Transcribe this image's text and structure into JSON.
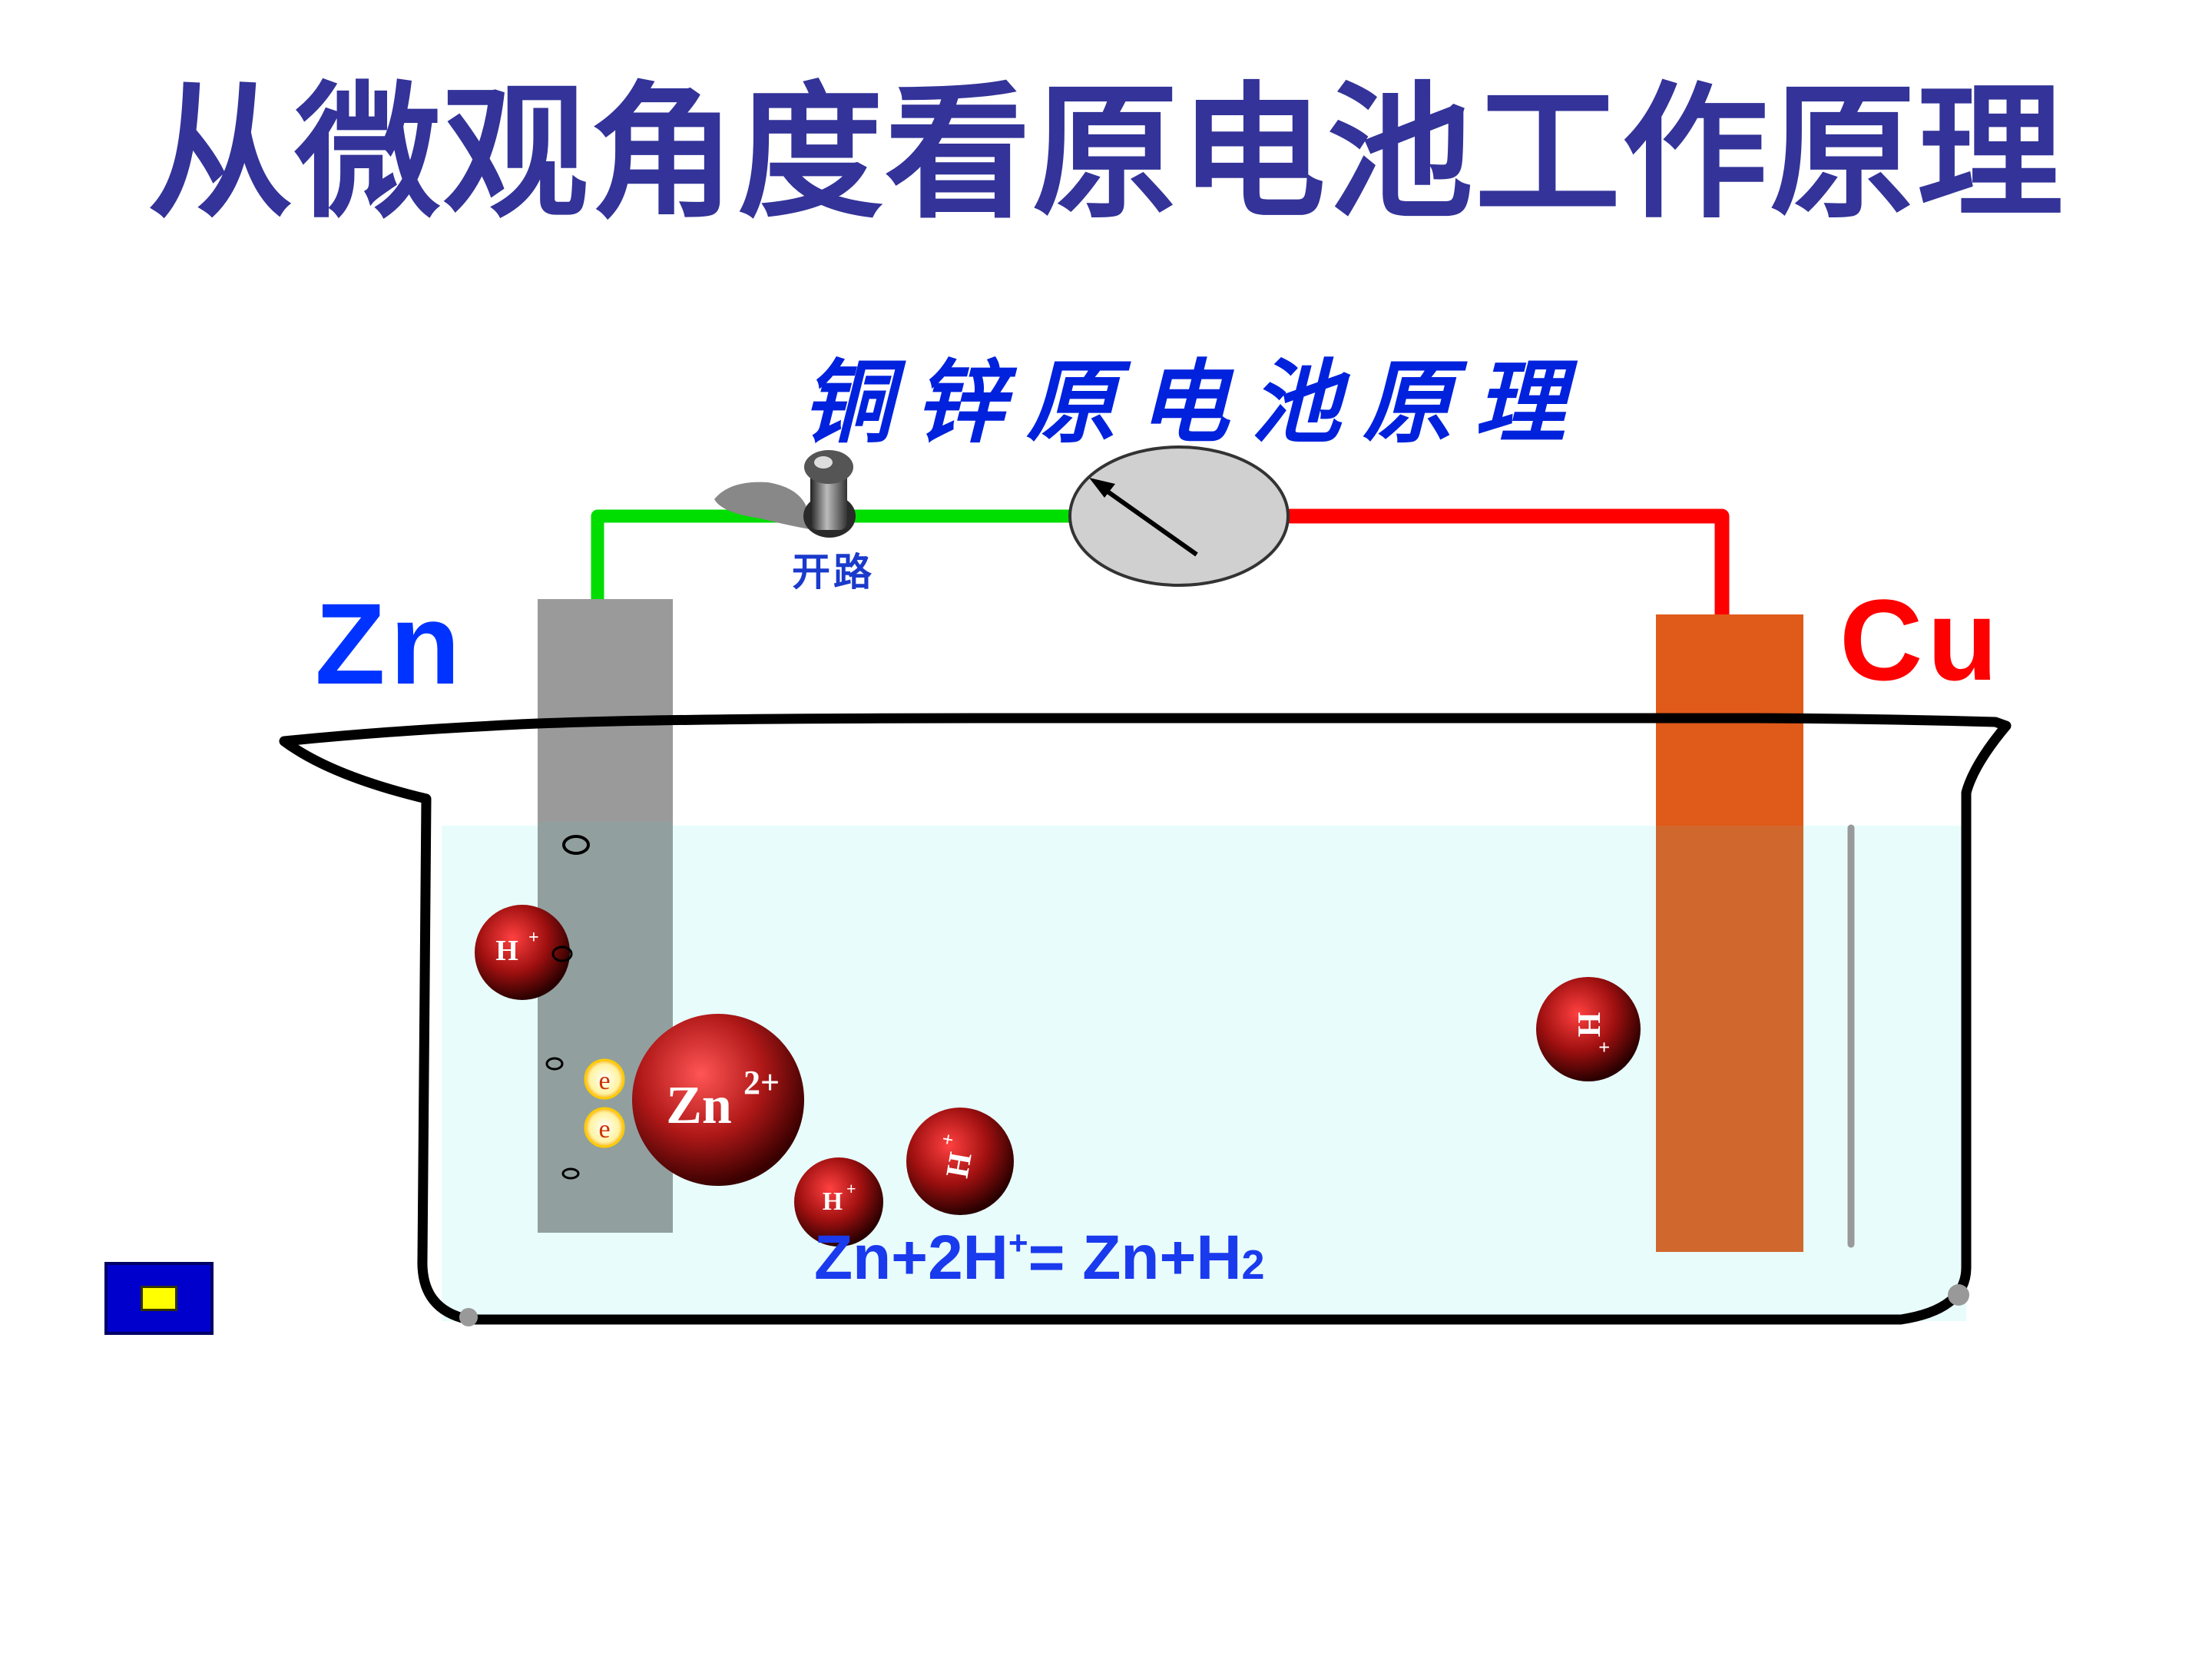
{
  "title": "从微观角度看原电池工作原理",
  "diagram": {
    "subtitle": "铜锌原电池原理",
    "switch_label": "开路",
    "left_electrode_label": "Zn",
    "right_electrode_label": "Cu",
    "equation": {
      "zn1": "Zn+2H",
      "sup": "+",
      "rest": "= Zn+H",
      "sub": "2"
    },
    "ions": {
      "h_plus": "H",
      "h_plus_sup": "+",
      "zn_ion": "Zn",
      "zn_ion_sup": "2+",
      "electron": "e"
    },
    "colors": {
      "title": "#333399",
      "zn_label": "#0033ff",
      "cu_label": "#ff0000",
      "wire_left": "#00dd00",
      "wire_right": "#ff0000",
      "zinc_plate": "#9a9a9a",
      "copper_plate": "#e05a1a",
      "solution": "#e8fcfc"
    }
  }
}
